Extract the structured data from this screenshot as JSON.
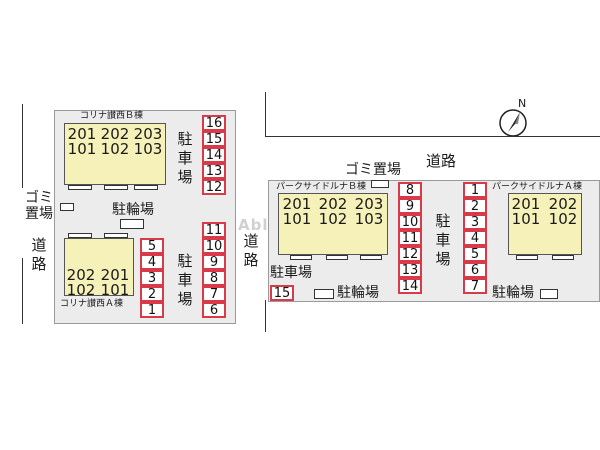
{
  "watermark": "Able Network",
  "north_mark": "N",
  "left_lot": {
    "building_b": {
      "name": "コリナ讃西Ｂ棟",
      "units_top": [
        "201",
        "202",
        "203"
      ],
      "units_bottom": [
        "101",
        "102",
        "103"
      ]
    },
    "building_a": {
      "name": "コリナ讃西Ａ棟",
      "units_top": [
        "202",
        "201"
      ],
      "units_bottom": [
        "102",
        "101"
      ]
    },
    "garbage_label": "ゴミ置場",
    "bicycle_label": "駐輪場",
    "parking_label": "駐車場",
    "parking_top": [
      "16",
      "15",
      "14",
      "13",
      "12"
    ],
    "parking_right": [
      "11",
      "10",
      "9",
      "8",
      "7",
      "6"
    ],
    "parking_center": [
      "5",
      "4",
      "3",
      "2",
      "1"
    ]
  },
  "right_lot": {
    "building_b": {
      "name": "パークサイドルナＢ棟",
      "units_top": [
        "201",
        "202",
        "203"
      ],
      "units_bottom": [
        "101",
        "102",
        "103"
      ]
    },
    "building_a": {
      "name": "パークサイドルナＡ棟",
      "units_top": [
        "201",
        "202"
      ],
      "units_bottom": [
        "101",
        "102"
      ]
    },
    "garbage_label": "ゴミ置場",
    "bicycle_label": "駐輪場",
    "parking_label": "駐車場",
    "parking_left_label": "駐車場",
    "parking_col_a": [
      "8",
      "9",
      "10",
      "11",
      "12",
      "13",
      "14"
    ],
    "parking_col_b": [
      "1",
      "2",
      "3",
      "4",
      "5",
      "6",
      "7"
    ],
    "parking_single": "15"
  },
  "roads": {
    "left_road": "道路",
    "middle_road": "道路",
    "top_road": "道路"
  }
}
